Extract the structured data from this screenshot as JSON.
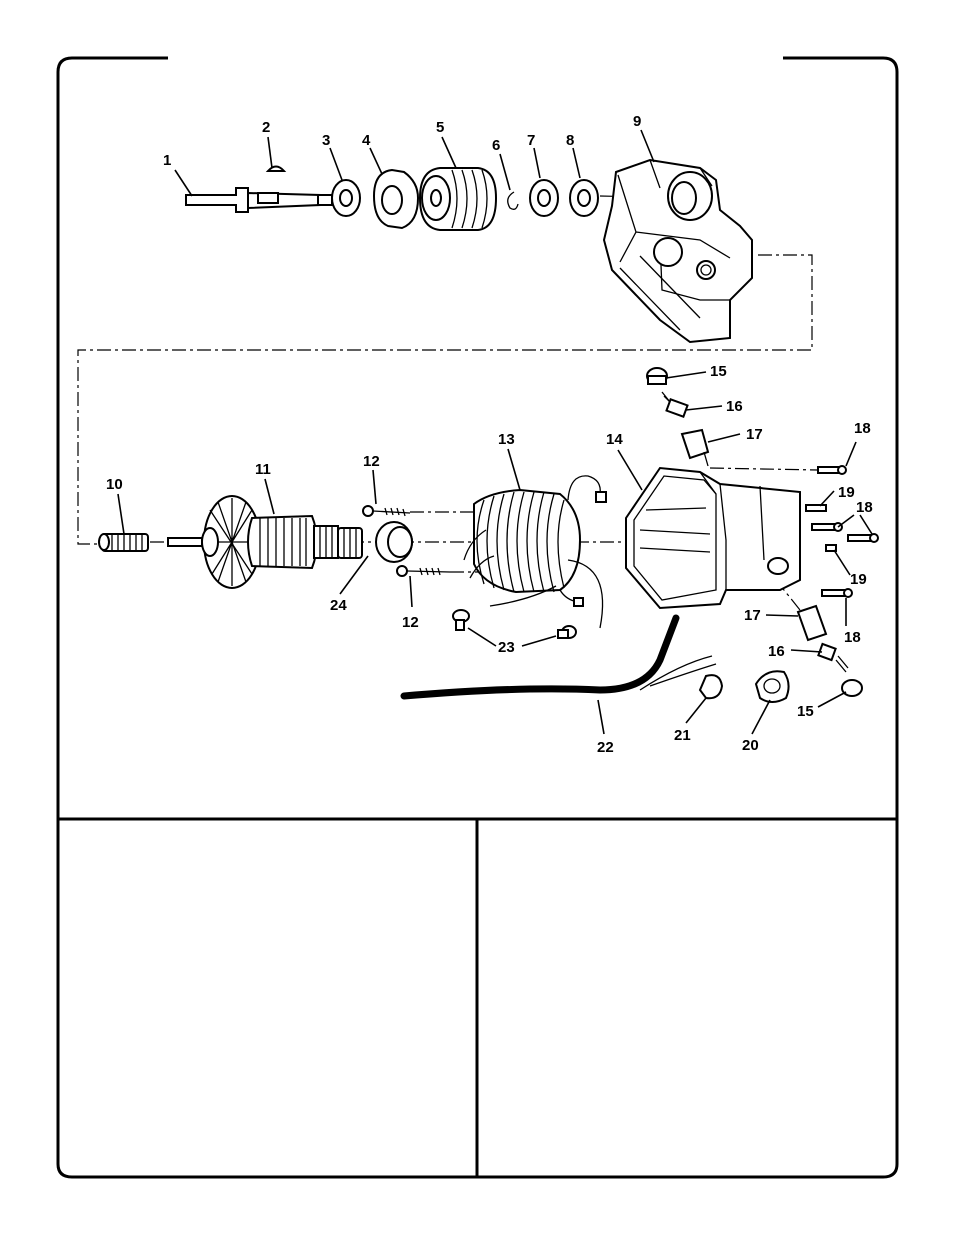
{
  "labels": [
    "1",
    "2",
    "3",
    "4",
    "5",
    "6",
    "7",
    "8",
    "9",
    "10",
    "11",
    "12",
    "13",
    "14",
    "15",
    "16",
    "17",
    "18",
    "19",
    "20",
    "21",
    "22",
    "23",
    "24"
  ],
  "icons": {
    "shaft": "spindle-shaft",
    "key": "woodruff-key",
    "bearing": "ball-bearing",
    "retainer": "bearing-retainer-plate",
    "pulley": "multi-groove-pulley",
    "ring": "retaining-ring",
    "housing": "gear-housing",
    "spacer": "spacer-sleeve",
    "armature": "armature-rotor",
    "screw": "screw",
    "field": "field-coil-stator",
    "motor_housing": "motor-housing",
    "brush_cap": "brush-cap",
    "brush": "carbon-brush",
    "brush_holder": "brush-holder",
    "cord_clamp": "cord-clamp",
    "cord": "power-cord",
    "cap": "bearing-cap"
  }
}
